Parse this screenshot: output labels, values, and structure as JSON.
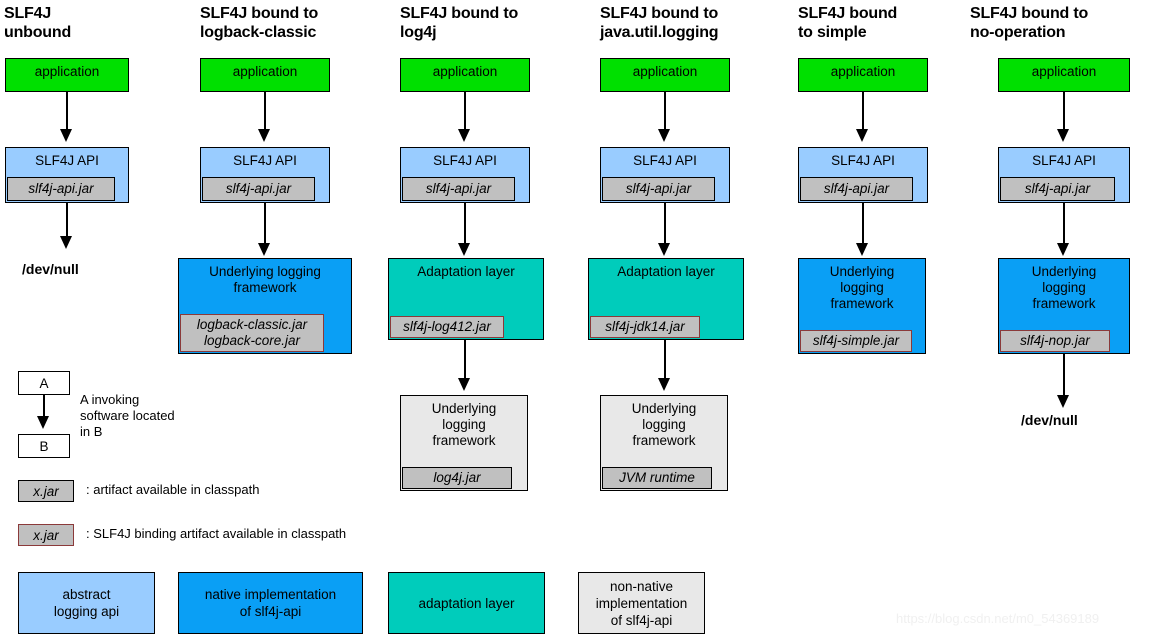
{
  "diagram": {
    "title_hidden": "SLF4J bindings overview",
    "node_labels": {
      "application": "application",
      "slf4j_api": "SLF4J API",
      "underlying_full": "Underlying logging\nframework",
      "underlying_narrow": "Underlying\nlogging\nframework",
      "adaptation": "Adaptation layer",
      "devnull": "/dev/null"
    },
    "jars": {
      "slf4j_api": "slf4j-api.jar",
      "logback": "logback-classic.jar\nlogback-core.jar",
      "slf4j_log4j": "slf4j-log412.jar",
      "slf4j_jdk14": "slf4j-jdk14.jar",
      "slf4j_simple": "slf4j-simple.jar",
      "slf4j_nop": "slf4j-nop.jar",
      "log4j": "log4j.jar",
      "jvm_runtime": "JVM runtime"
    },
    "columns": [
      {
        "id": "unbound",
        "title": "SLF4J\nunbound"
      },
      {
        "id": "logback",
        "title": "SLF4J bound to\nlogback-classic"
      },
      {
        "id": "log4j",
        "title": "SLF4J bound to\nlog4j"
      },
      {
        "id": "jul",
        "title": "SLF4J bound to\njava.util.logging"
      },
      {
        "id": "simple",
        "title": "SLF4J bound\nto simple"
      },
      {
        "id": "nop",
        "title": "SLF4J bound to\nno-operation"
      }
    ]
  },
  "legend": {
    "ab": {
      "a": "A",
      "b": "B",
      "caption": "A invoking\nsoftware located\nin B"
    },
    "artifact": {
      "chip": "x.jar",
      "caption": ": artifact available in classpath"
    },
    "binding": {
      "chip": "x.jar",
      "caption": ": SLF4J binding artifact available in classpath"
    },
    "swatches": [
      {
        "id": "abstract-api",
        "label": "abstract\nlogging api",
        "color": "#99ccff"
      },
      {
        "id": "native-impl",
        "label": "native implementation\nof slf4j-api",
        "color": "#0a9ff5"
      },
      {
        "id": "adaptation",
        "label": "adaptation layer",
        "color": "#00ccbb"
      },
      {
        "id": "nonnative",
        "label": "non-native\nimplementation\nof slf4j-api",
        "color": "#e8e8e8"
      }
    ]
  },
  "watermark": {
    "text": "https://blog.csdn.net/m0_54369189"
  },
  "colors": {
    "application": "#00e000",
    "api": "#99ccff",
    "native": "#0a9ff5",
    "adaptation": "#00ccbb",
    "plain": "#e8e8e8",
    "jar": "#c0c0c0",
    "binding_border": "#8b3a3a",
    "stroke": "#000000"
  }
}
